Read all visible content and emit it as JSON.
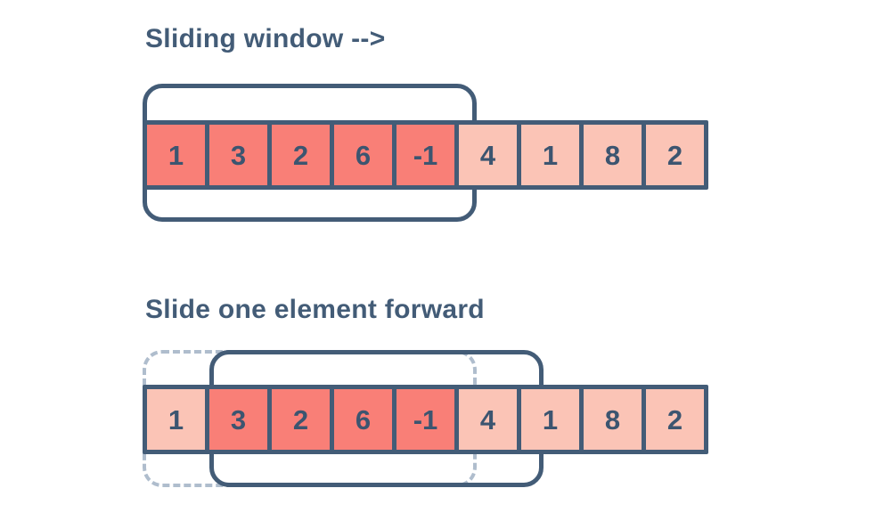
{
  "colors": {
    "ink": "#435C77",
    "cell_active": "#F97F77",
    "cell_inactive": "#FBC4B6",
    "ghost_border": "#AFBDCD",
    "background": "#FFFFFF"
  },
  "diagram": {
    "title_row1": "Sliding window -->",
    "title_row2": "Slide one element forward",
    "array_values": [
      "1",
      "3",
      "2",
      "6",
      "-1",
      "4",
      "1",
      "8",
      "2"
    ],
    "rows": [
      {
        "caption": "Sliding window -->",
        "cells": [
          {
            "value": "1",
            "active": true
          },
          {
            "value": "3",
            "active": true
          },
          {
            "value": "2",
            "active": true
          },
          {
            "value": "6",
            "active": true
          },
          {
            "value": "-1",
            "active": true
          },
          {
            "value": "4",
            "active": false
          },
          {
            "value": "1",
            "active": false
          },
          {
            "value": "8",
            "active": false
          },
          {
            "value": "2",
            "active": false
          }
        ],
        "window": {
          "start_index": 0,
          "end_index": 4,
          "style": "solid"
        },
        "ghost_window": null
      },
      {
        "caption": "Slide one element forward",
        "cells": [
          {
            "value": "1",
            "active": false
          },
          {
            "value": "3",
            "active": true
          },
          {
            "value": "2",
            "active": true
          },
          {
            "value": "6",
            "active": true
          },
          {
            "value": "-1",
            "active": true
          },
          {
            "value": "4",
            "active": false
          },
          {
            "value": "1",
            "active": false
          },
          {
            "value": "8",
            "active": false
          },
          {
            "value": "2",
            "active": false
          }
        ],
        "window": {
          "start_index": 1,
          "end_index": 5,
          "style": "solid"
        },
        "ghost_window": {
          "start_index": 0,
          "end_index": 4,
          "style": "dashed"
        }
      }
    ]
  }
}
